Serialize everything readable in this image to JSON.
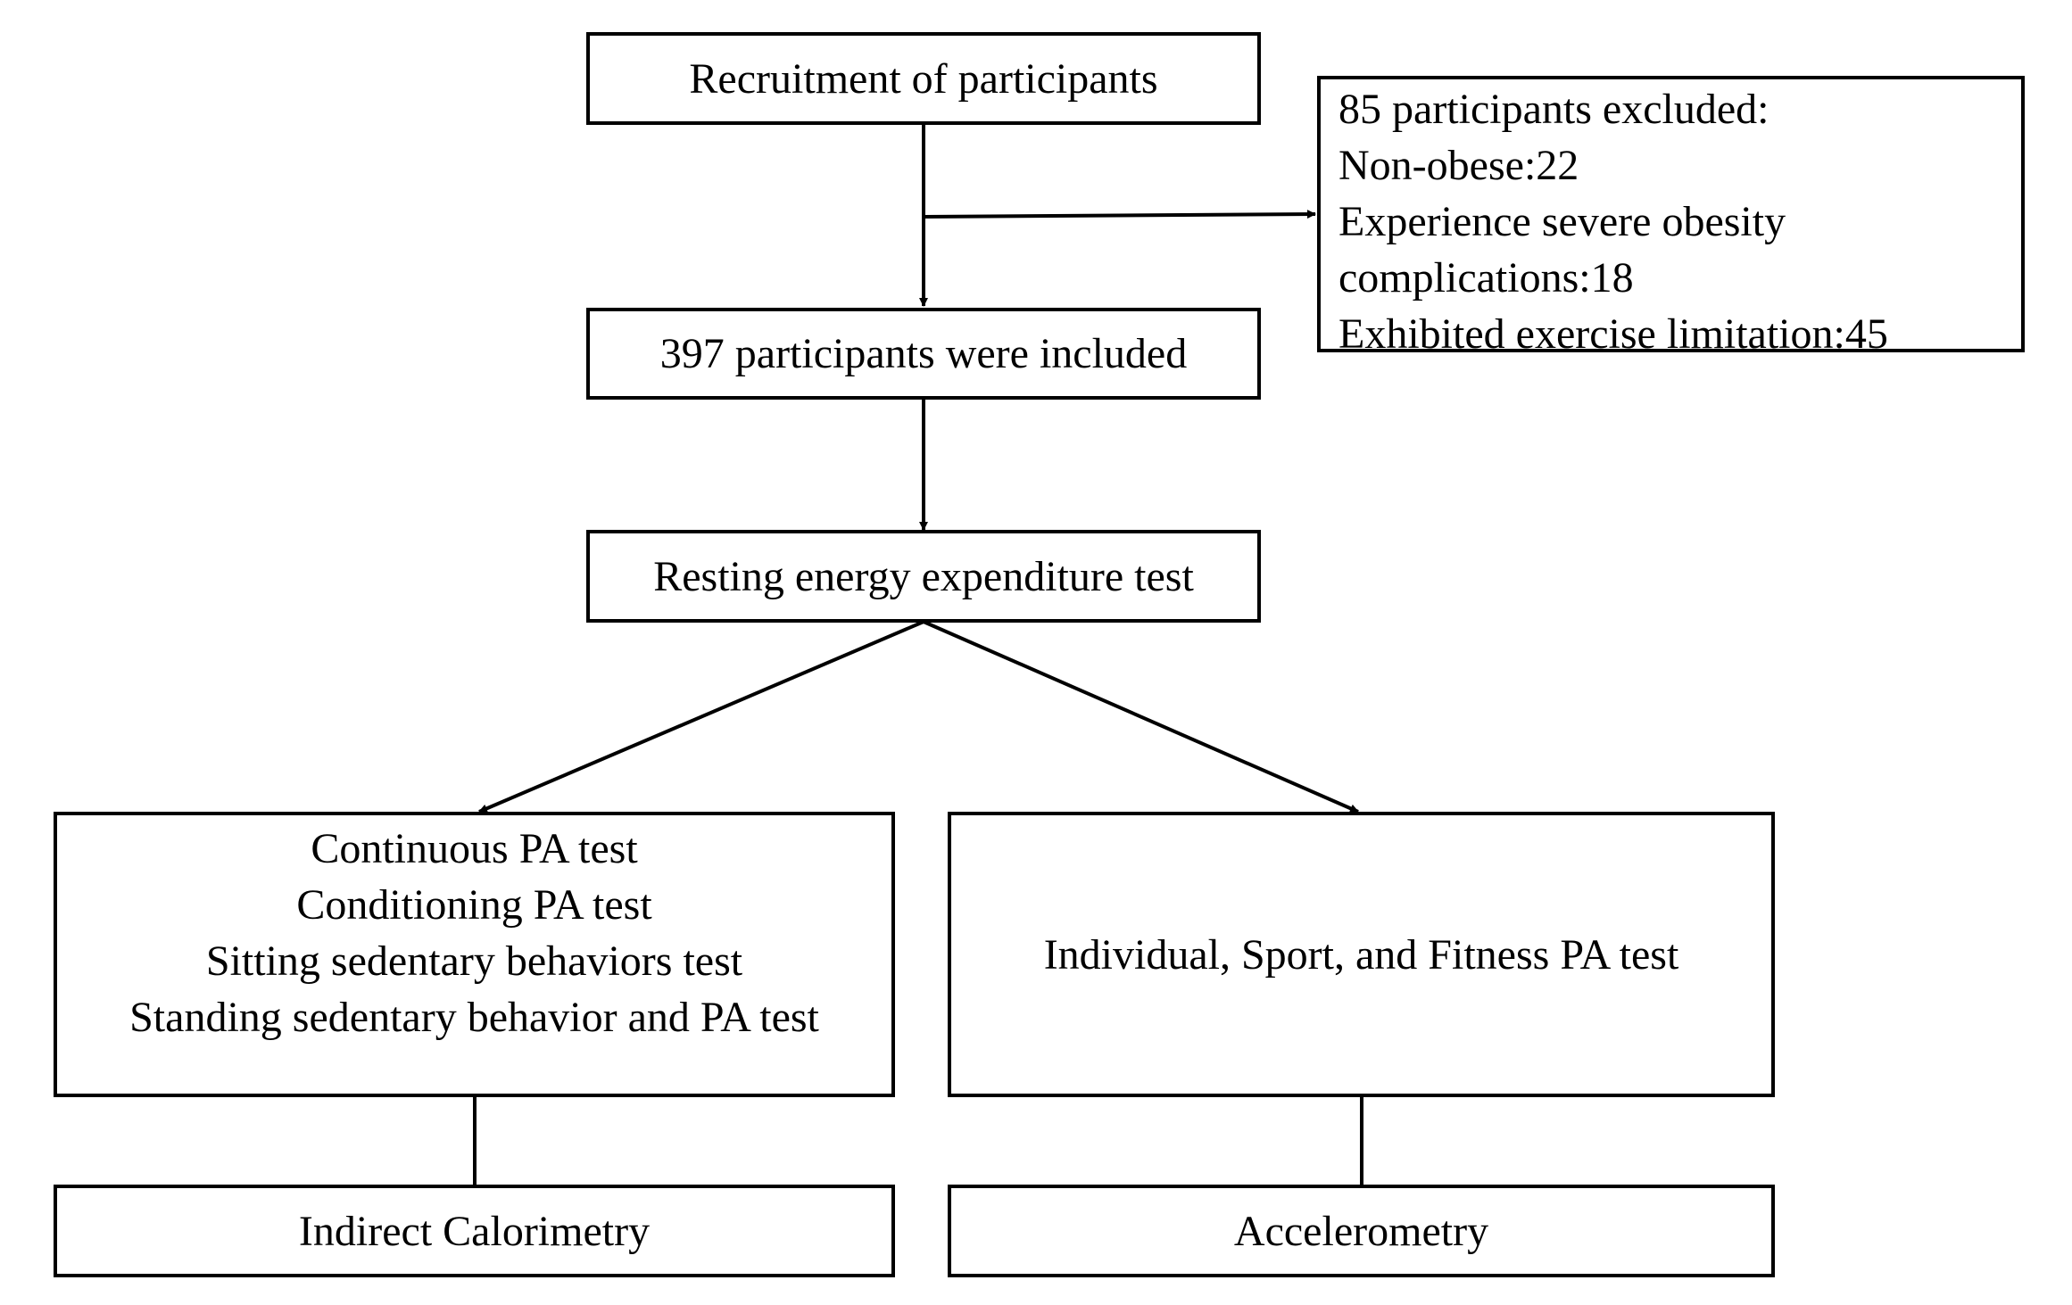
{
  "flowchart": {
    "recruitment": "Recruitment of  participants",
    "exclusion": {
      "lines": [
        "85 participants excluded:",
        "Non-obese:22",
        "Experience severe obesity",
        "complications:18",
        "Exhibited exercise limitation:45"
      ]
    },
    "included": "397 participants were included",
    "resting": "Resting energy expenditure test",
    "left_tests": [
      "Continuous PA test",
      "Conditioning PA test",
      "Sitting sedentary behaviors test",
      "Standing sedentary behavior and PA test"
    ],
    "right_test": "Individual, Sport, and Fitness PA test",
    "left_method": "Indirect Calorimetry",
    "right_method": "Accelerometry"
  }
}
